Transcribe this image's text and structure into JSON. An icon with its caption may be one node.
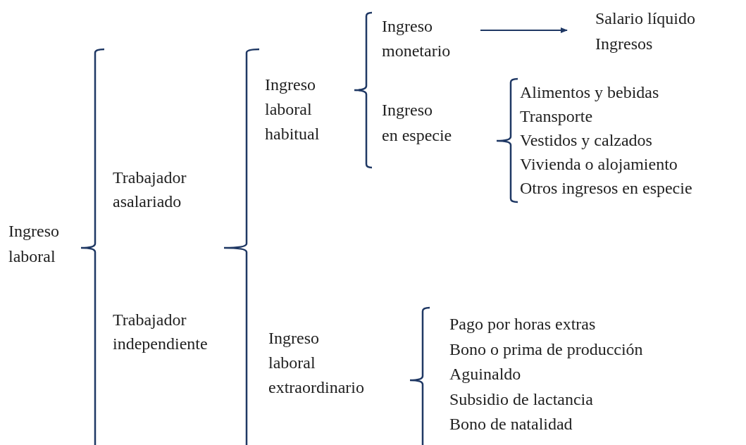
{
  "diagram": {
    "nodes": [
      {
        "text": [
          "Ingreso monetario"
        ]
      },
      {
        "text": [
          "Salario líquido",
          "Ingresos"
        ]
      }
    ],
    "edges": [
      {
        "from": 0,
        "to": 1,
        "arrow": "to"
      }
    ],
    "labels": [
      "Ingreso laboral",
      "Trabajador asalariado",
      "Trabajador independiente",
      "Ingreso laboral habitual",
      "Ingreso en especie",
      "Alimentos y bebidas",
      "Transporte",
      "Vestidos y calzados",
      "Vivienda o alojamiento",
      "Otros ingresos en especie",
      "Ingreso laboral extraordinario",
      "Pago por horas extras",
      "Bono o prima de producción",
      "Aguinaldo",
      "Subsidio de lactancia",
      "Bono de natalidad"
    ]
  }
}
